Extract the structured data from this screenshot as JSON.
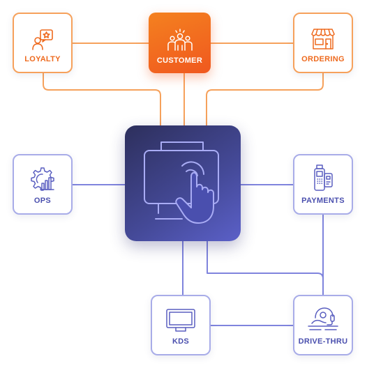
{
  "nodes": {
    "loyalty": {
      "label": "LOYALTY",
      "icon": "loyalty-star-person-icon"
    },
    "customer": {
      "label": "CUSTOMER",
      "icon": "customer-group-icon"
    },
    "ordering": {
      "label": "ORDERING",
      "icon": "storefront-icon"
    },
    "ops": {
      "label": "OPS",
      "icon": "gear-chart-icon"
    },
    "payments": {
      "label": "PAYMENTS",
      "icon": "payment-terminal-icon"
    },
    "kds": {
      "label": "KDS",
      "icon": "monitor-display-icon"
    },
    "drive_thru": {
      "label": "DRIVE-THRU",
      "icon": "headset-driver-icon"
    },
    "center": {
      "icon": "touchscreen-pos-icon"
    }
  },
  "colors": {
    "orange": "#f0701f",
    "orange_line": "#f6a15b",
    "blue_line": "#7f84dd",
    "center_dark": "#2d2f5c",
    "center_light": "#5b60c8"
  }
}
